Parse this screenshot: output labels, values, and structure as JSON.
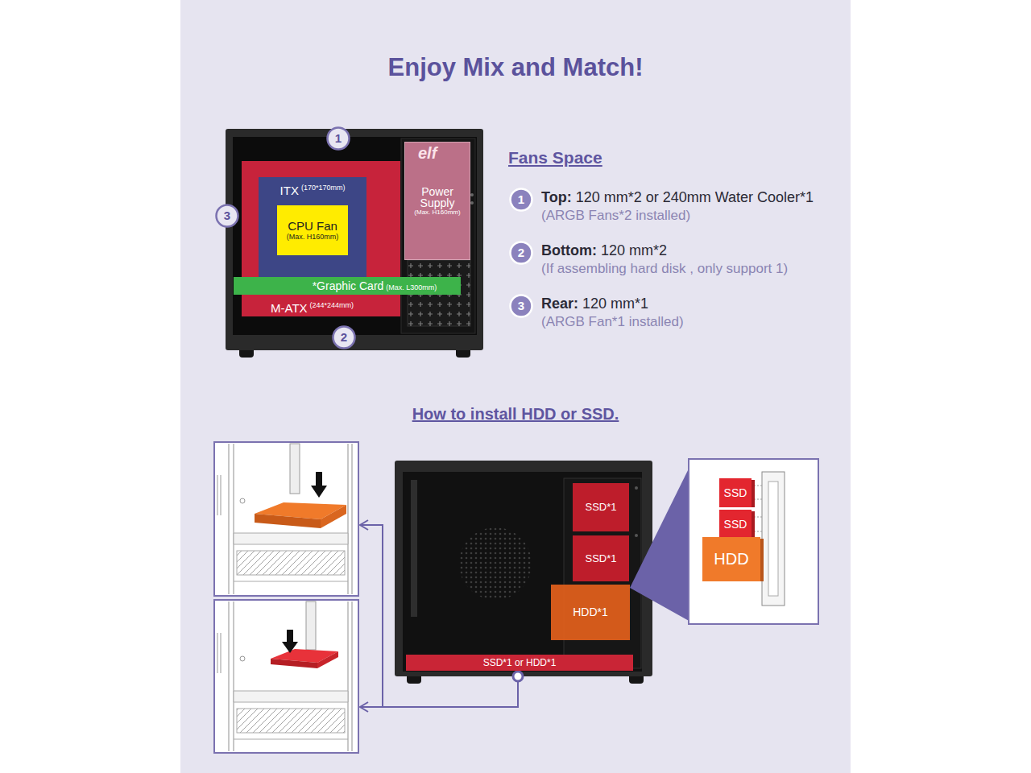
{
  "diagram": {
    "title": "Enjoy Mix and Match!",
    "nodes": [
      {
        "text": [
          "M-ATX",
          "(244*244mm)"
        ]
      },
      {
        "text": [
          "ITX",
          "(170*170mm)"
        ],
        "in": 0
      },
      {
        "text": [
          "CPU Fan",
          "(Max. H160mm)"
        ],
        "in": 1
      },
      {
        "text": [
          "*Graphic Card",
          "(Max. L300mm)"
        ]
      },
      {
        "text": [
          "Power Supply",
          "(Max. H160mm)"
        ]
      },
      {
        "text": [
          "1"
        ]
      },
      {
        "text": [
          "3"
        ]
      },
      {
        "text": [
          "2"
        ]
      },
      {
        "text": [
          "1"
        ]
      },
      {
        "text": [
          "2"
        ]
      },
      {
        "text": [
          "3"
        ]
      },
      {
        "text": [
          "SSD*1"
        ]
      },
      {
        "text": [
          "SSD*1"
        ]
      },
      {
        "text": [
          "HDD*1"
        ]
      },
      {
        "text": [
          "SSD*1 or HDD*1"
        ]
      },
      {
        "text": [
          "SSD"
        ]
      },
      {
        "text": [
          "SSD"
        ]
      },
      {
        "text": [
          "HDD"
        ]
      }
    ],
    "labels": [
      "Fans Space",
      "Top:",
      "120 mm*2 or 240mm Water Cooler*1",
      "(ARGB Fans*2 installed)",
      "Bottom:",
      "120 mm*2",
      "(If assembling hard disk , only support 1)",
      "Rear:",
      "120 mm*1",
      "(ARGB Fan*1 installed)",
      "How to install HDD or SSD.",
      "elf"
    ]
  }
}
